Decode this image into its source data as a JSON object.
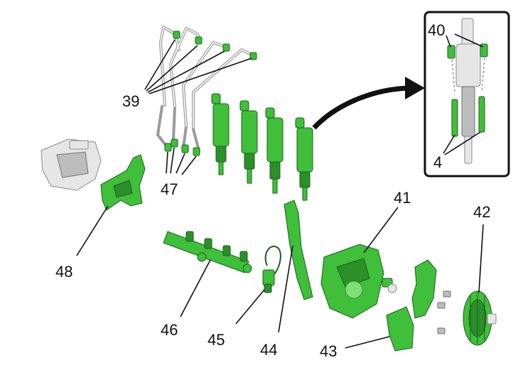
{
  "diagram": {
    "callouts": {
      "c39": "39",
      "c40": "40",
      "c4": "4",
      "c41": "41",
      "c42": "42",
      "c43": "43",
      "c44": "44",
      "c45": "45",
      "c46": "46",
      "c47": "47",
      "c48": "48"
    }
  },
  "colors": {
    "part_highlight": "#3fbf3a",
    "part_context": "#e6e6e6",
    "line": "#111111",
    "background": "#ffffff"
  }
}
